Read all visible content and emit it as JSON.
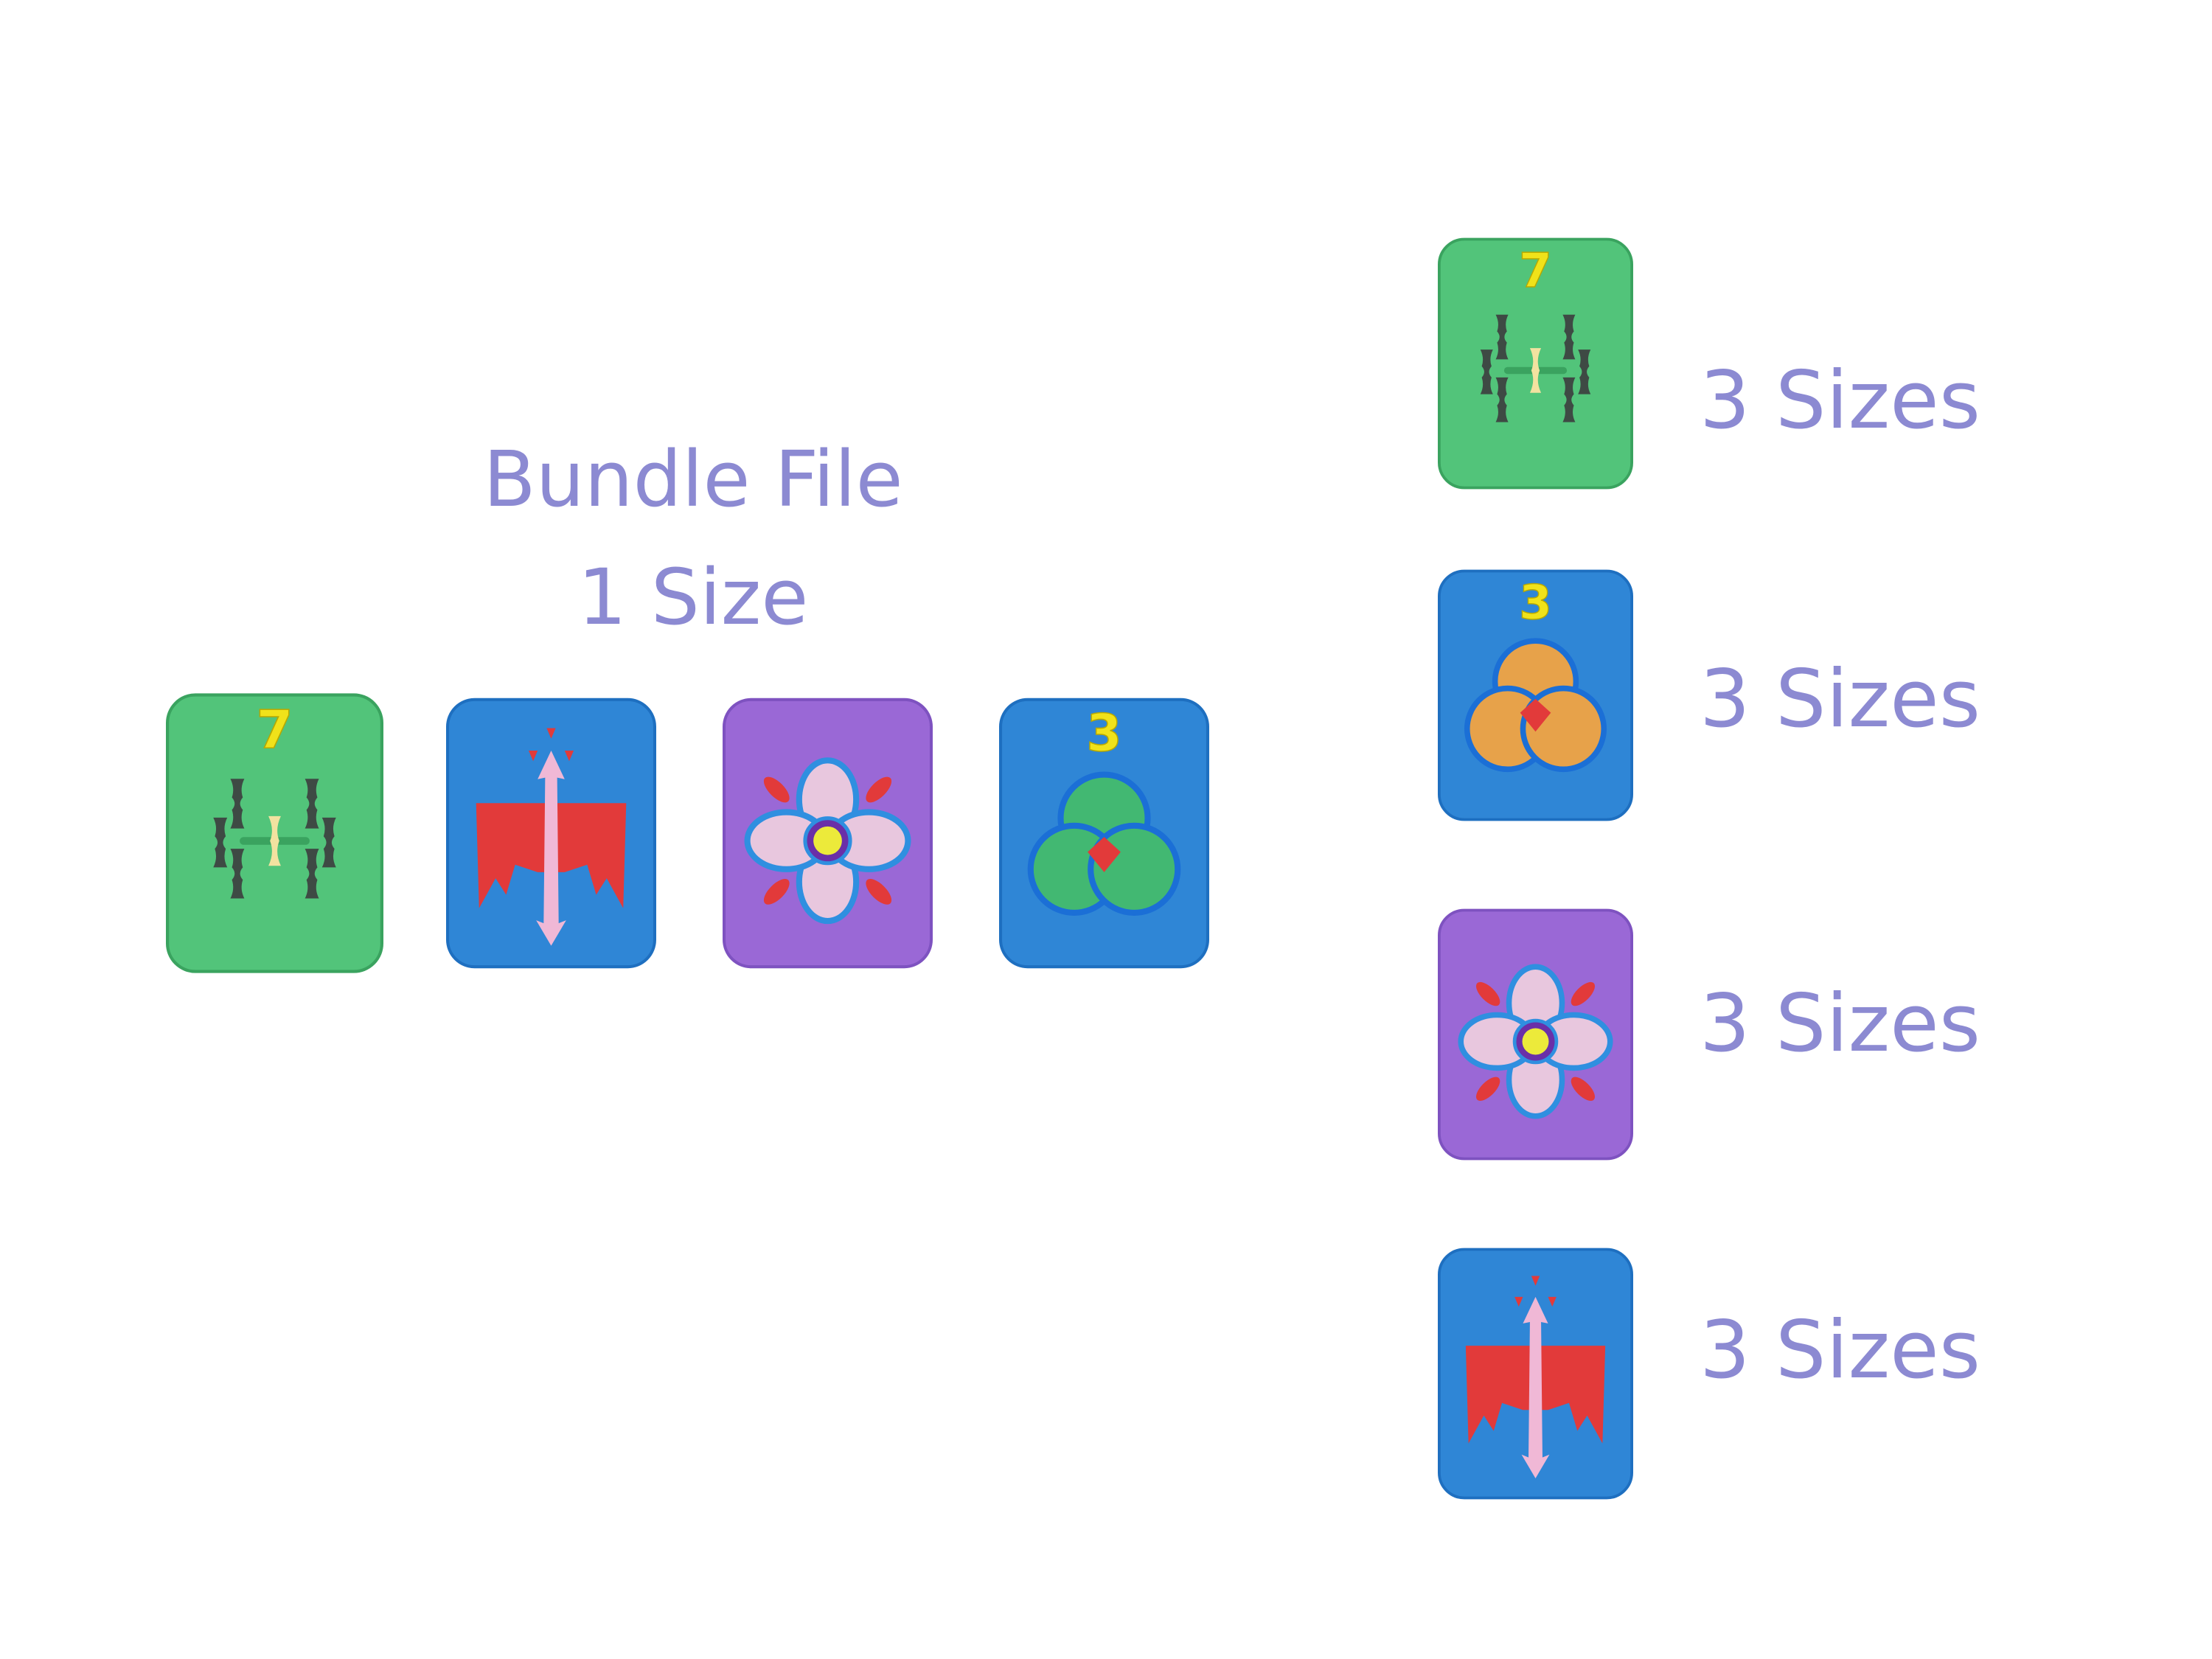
{
  "bundle": {
    "title": "Bundle File",
    "size": "1 Size"
  },
  "number_labels": {
    "bamboo": "7",
    "circles": "3"
  },
  "rows": [
    {
      "kind": "bamboo",
      "label": "3 Sizes"
    },
    {
      "kind": "circles",
      "label": "3 Sizes"
    },
    {
      "kind": "flower",
      "label": "3 Sizes"
    },
    {
      "kind": "bird",
      "label": "3 Sizes"
    }
  ],
  "colors": {
    "caption": "#8c8ad2",
    "bamboo_tile": "#52c47a",
    "blue_tile": "#2f86d6",
    "flower_tile": "#9a68d6",
    "number": "#f0e21a"
  }
}
